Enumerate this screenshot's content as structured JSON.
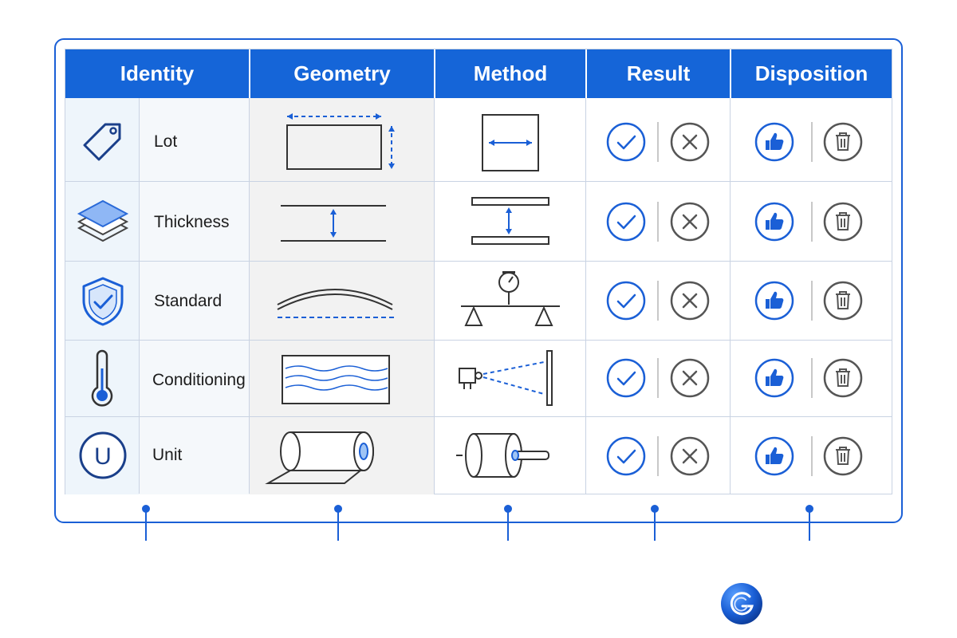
{
  "table": {
    "headers": [
      "Identity",
      "Geometry",
      "Method",
      "Result",
      "Disposition"
    ],
    "rows": [
      {
        "label": "Lot",
        "identity_icon": "tag-icon",
        "geometry_icon": "rectangle-dimension-icon",
        "method_icon": "width-measure-icon"
      },
      {
        "label": "Thickness",
        "identity_icon": "layers-icon",
        "geometry_icon": "thickness-gap-icon",
        "method_icon": "plate-gap-icon"
      },
      {
        "label": "Standard",
        "identity_icon": "shield-check-icon",
        "geometry_icon": "bow-curve-icon",
        "method_icon": "gauge-balance-icon"
      },
      {
        "label": "Conditioning",
        "identity_icon": "thermometer-icon",
        "geometry_icon": "wavy-surface-icon",
        "method_icon": "projector-screen-icon"
      },
      {
        "label": "Unit",
        "identity_icon": "unit-circle-icon",
        "identity_letter": "U",
        "geometry_icon": "roll-icon",
        "method_icon": "roller-icon"
      }
    ]
  },
  "result_actions": {
    "pass_icon": "check-circle-icon",
    "fail_icon": "x-circle-icon"
  },
  "disposition_actions": {
    "approve_icon": "thumbs-up-icon",
    "delete_icon": "trash-icon"
  },
  "colors": {
    "accent": "#1565d8",
    "frame": "#1a5fd6",
    "icon_gray": "#4a4a4a",
    "header_text": "#ffffff"
  }
}
